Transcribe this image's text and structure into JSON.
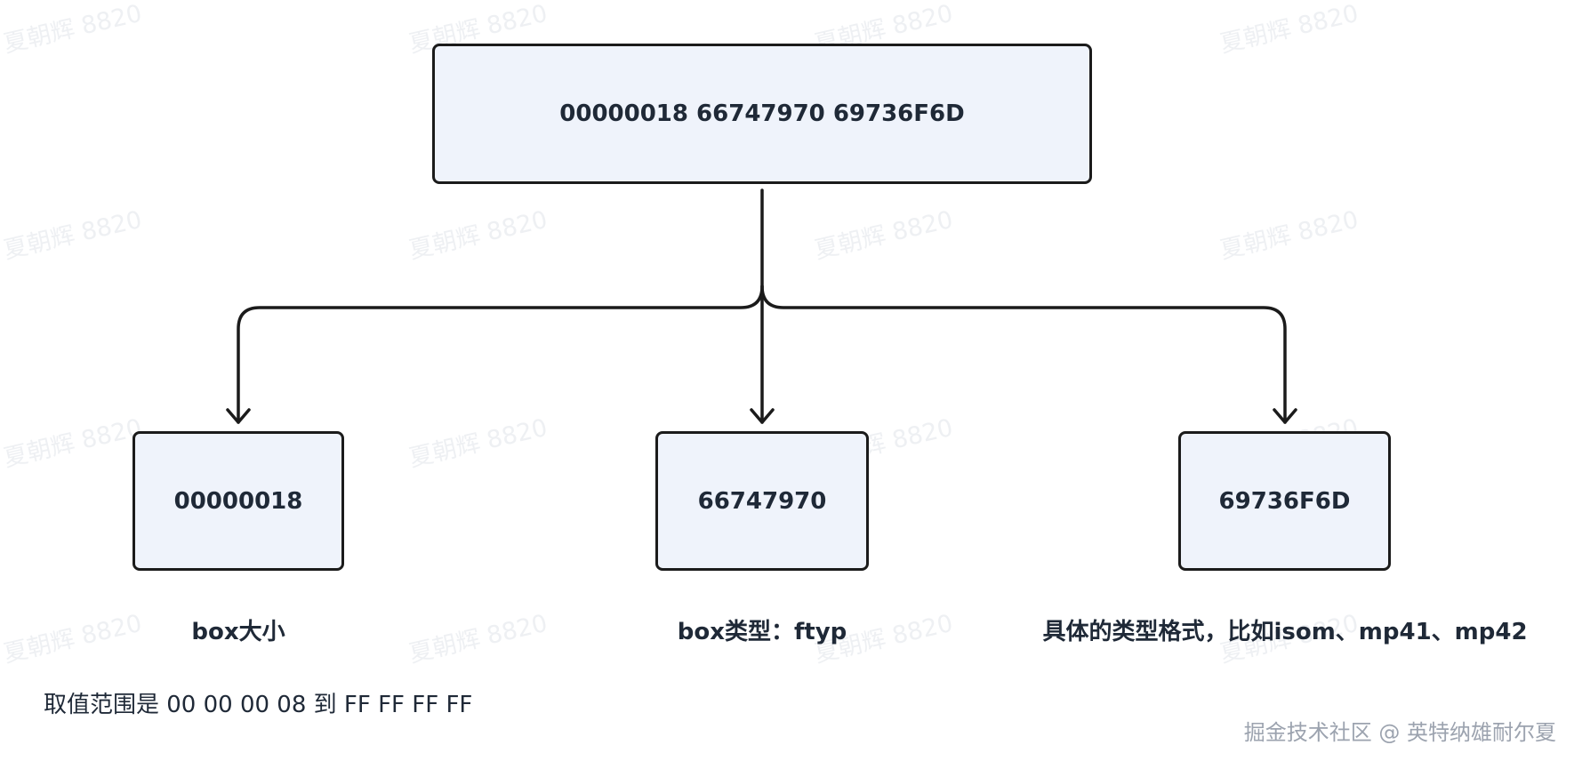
{
  "diagram": {
    "root": {
      "text": "00000018 66747970 69736F6D"
    },
    "children": [
      {
        "text": "00000018",
        "caption": "box大小"
      },
      {
        "text": "66747970",
        "caption": "box类型：ftyp"
      },
      {
        "text": "69736F6D",
        "caption": "具体的类型格式，比如isom、mp41、mp42"
      }
    ],
    "note": "取值范围是 00 00 00 08 到 FF FF FF FF",
    "line_color": "#1b1b1b",
    "box_fill": "#eff3fb"
  },
  "watermark": {
    "text": "夏朝辉 8820"
  },
  "credit": {
    "text": "掘金技术社区 @ 英特纳雄耐尔夏"
  }
}
